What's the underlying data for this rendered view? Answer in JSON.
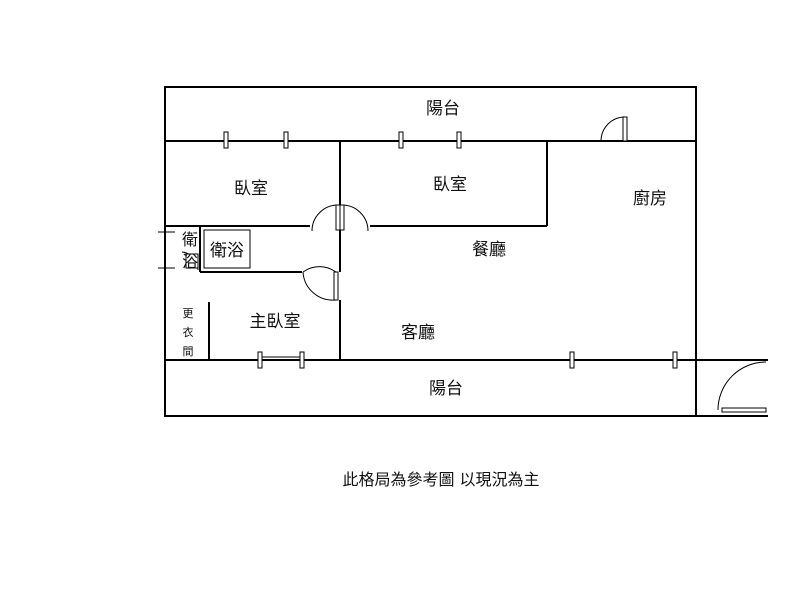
{
  "rooms": {
    "balcony_top": "陽台",
    "bedroom_1": "臥室",
    "bedroom_2": "臥室",
    "kitchen": "廚房",
    "dining": "餐廳",
    "living": "客廳",
    "master_bedroom": "主臥室",
    "bath_inner": "衛浴",
    "bath_side_1": "衛",
    "bath_side_2": "浴",
    "closet_1": "更",
    "closet_2": "衣",
    "closet_3": "間",
    "balcony_bottom": "陽台"
  },
  "note": "此格局為參考圖 以現況為主"
}
